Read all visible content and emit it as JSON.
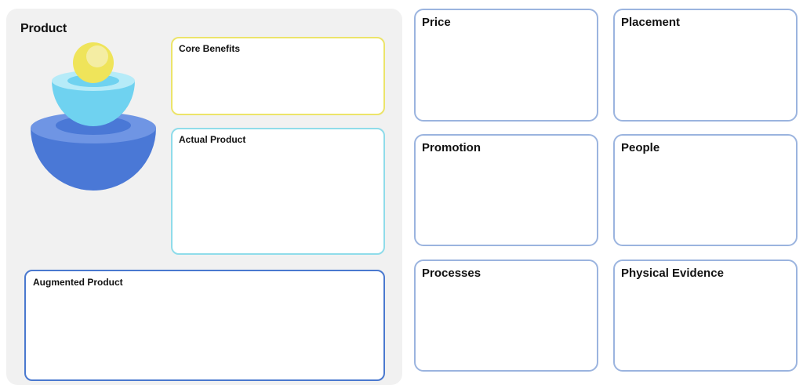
{
  "product": {
    "title": "Product",
    "core_benefits_label": "Core Benefits",
    "actual_product_label": "Actual Product",
    "augmented_product_label": "Augmented Product",
    "illustration_icon": "layered-bowls-icon"
  },
  "marketing_mix": {
    "price_label": "Price",
    "placement_label": "Placement",
    "promotion_label": "Promotion",
    "people_label": "People",
    "processes_label": "Processes",
    "physical_evidence_label": "Physical Evidence"
  },
  "colors": {
    "panel_bg": "#f1f1f1",
    "core_border": "#ece46a",
    "actual_border": "#8fdcea",
    "augmented_border": "#4a79cf",
    "p_box_border": "#9bb4df",
    "sphere": "#f2e85a",
    "inner_bowl": "#7fd6f0",
    "outer_bowl": "#4a78d6"
  }
}
